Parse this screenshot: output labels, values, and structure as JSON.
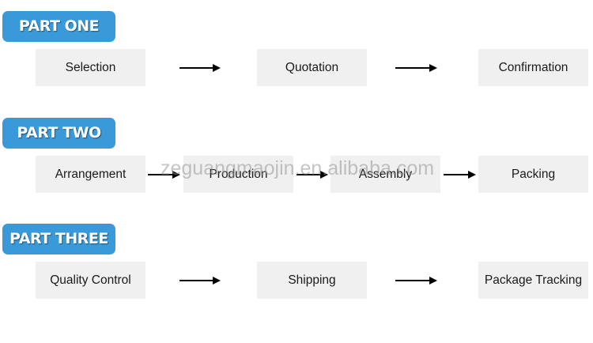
{
  "parts": [
    {
      "label": "PART ONE",
      "steps": [
        "Selection",
        "Quotation",
        "Confirmation"
      ]
    },
    {
      "label": "PART TWO",
      "steps": [
        "Arrangement",
        "Production",
        "Assembly",
        "Packing"
      ]
    },
    {
      "label": "PART THREE",
      "steps": [
        "Quality Control",
        "Shipping",
        "Package Tracking"
      ]
    }
  ],
  "watermark": "zeguangmaojin.en.alibaba.com",
  "colors": {
    "label_bg": "#3a9ad9",
    "step_bg": "#f0f0f0",
    "arrow": "#000000"
  }
}
